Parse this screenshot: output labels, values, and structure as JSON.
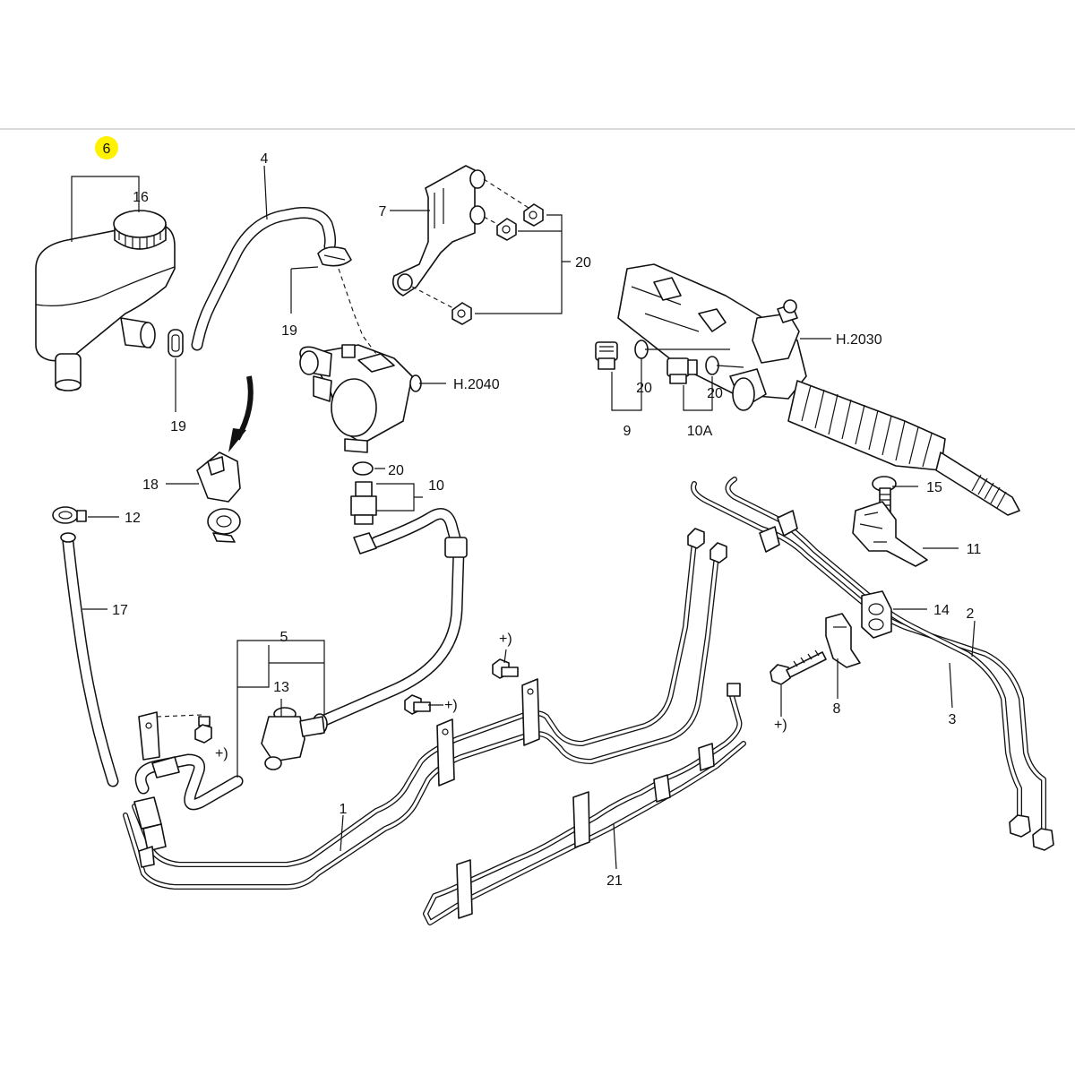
{
  "callouts": {
    "c6": "6",
    "c16": "16",
    "c4": "4",
    "c19a": "19",
    "c19b": "19",
    "c7": "7",
    "c20a": "20",
    "c20b": "20",
    "c20c": "20",
    "c20d": "20",
    "cH2040": "H.2040",
    "cH2030": "H.2030",
    "c9": "9",
    "c10A": "10A",
    "c18": "18",
    "c10": "10",
    "c12": "12",
    "c17": "17",
    "c15": "15",
    "c11": "11",
    "c5": "5",
    "c13": "13",
    "cPlus1": "+)",
    "cPlus2": "+)",
    "cPlus3": "+)",
    "cPlus4": "+)",
    "c14": "14",
    "c2": "2",
    "c3": "3",
    "c8": "8",
    "c1": "1",
    "c21": "21"
  },
  "colors": {
    "highlight": "#fff200",
    "line": "#111111",
    "shade": "#d9d9d9"
  }
}
